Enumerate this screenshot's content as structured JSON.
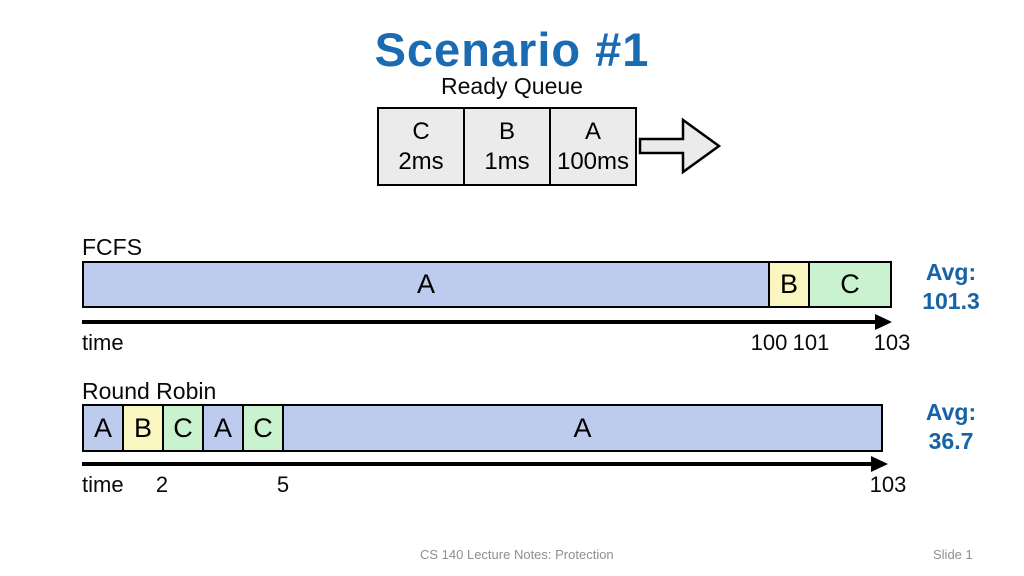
{
  "slide": {
    "title": "Scenario #1",
    "footer_left": "CS 140 Lecture Notes: Protection",
    "footer_right": "Slide 1"
  },
  "colors": {
    "title_blue": "#1b6bb3",
    "avg_blue": "#1763a8",
    "process_a_fill": "#bdcbee",
    "process_b_fill": "#faf6c0",
    "process_c_fill": "#c9f2ce",
    "queue_box_fill": "#ebebeb",
    "outline": "#000000"
  },
  "ready_queue": {
    "title": "Ready Queue",
    "boxes": [
      {
        "process": "C",
        "burst": "2ms"
      },
      {
        "process": "B",
        "burst": "1ms"
      },
      {
        "process": "A",
        "burst": "100ms"
      }
    ]
  },
  "fcfs": {
    "label": "FCFS",
    "time_label": "time",
    "avg_label": "Avg:",
    "avg_value": "101.3",
    "segments": [
      {
        "process": "A"
      },
      {
        "process": "B"
      },
      {
        "process": "C"
      }
    ],
    "ticks": [
      "100",
      "101",
      "103"
    ]
  },
  "round_robin": {
    "label": "Round Robin",
    "time_label": "time",
    "avg_label": "Avg:",
    "avg_value": "36.7",
    "segments": [
      {
        "process": "A"
      },
      {
        "process": "B"
      },
      {
        "process": "C"
      },
      {
        "process": "A"
      },
      {
        "process": "C"
      },
      {
        "process": "A"
      }
    ],
    "ticks": [
      "2",
      "5",
      "103"
    ]
  }
}
